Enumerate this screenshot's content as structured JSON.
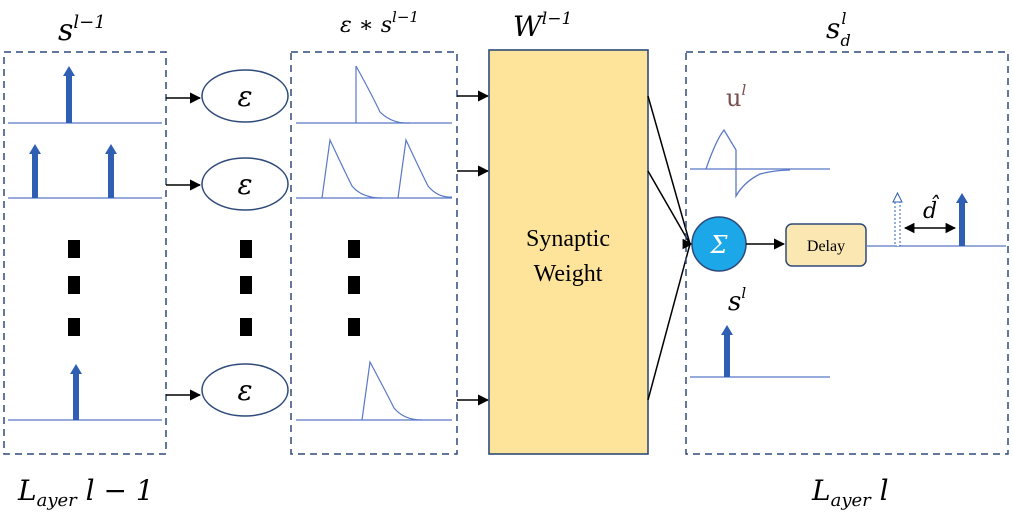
{
  "header_labels": {
    "s_prev": "s",
    "s_prev_sup": "l−1",
    "conv": "ε ∗ s",
    "conv_sup": "l−1",
    "weight": "W",
    "weight_sup": "l−1",
    "s_delayed": "s",
    "s_delayed_sup": "l",
    "s_delayed_sub": "d"
  },
  "kernel_label": "ε",
  "synaptic_block": {
    "line1": "Synaptic",
    "line2": "Weight"
  },
  "sum_symbol": "Σ",
  "delay_block": "Delay",
  "membrane_label": "u",
  "membrane_sup": "l",
  "spike_out_label": "s",
  "spike_out_sup": "l",
  "delay_hat": "d̂",
  "footer_labels": {
    "left_main": "L",
    "left_sub": "ayer",
    "left_tail": " l − 1",
    "right_main": "L",
    "right_sub": "ayer",
    "right_tail": " l"
  },
  "colors": {
    "spike": "#2f5fb3",
    "baseline": "#5a78c8",
    "box_border": "#2e4a7a",
    "weight_fill": "#fde49a",
    "weight_border": "#2e4a7a",
    "sum_fill": "#1ba7e8",
    "delay_fill": "#fbe7b2",
    "membrane_label": "#7a4e4e"
  }
}
